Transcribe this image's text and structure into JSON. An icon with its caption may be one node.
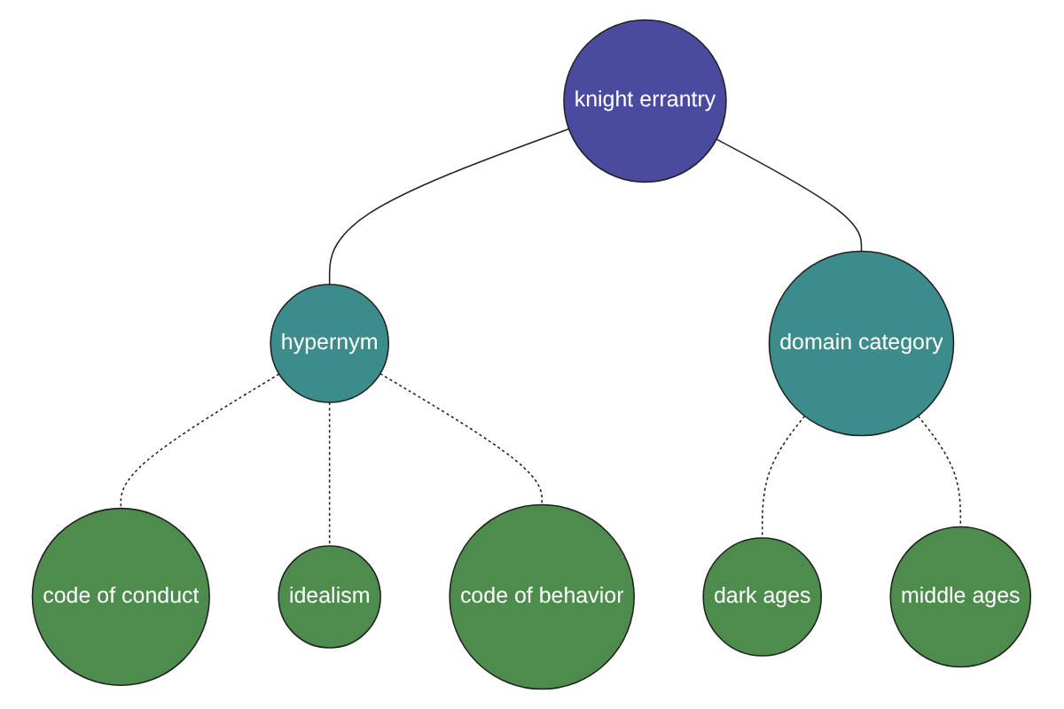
{
  "diagram": {
    "nodes": [
      {
        "text": [
          "knight errantry"
        ]
      },
      {
        "text": [
          "hypernym"
        ]
      },
      {
        "text": [
          "code of conduct"
        ]
      },
      {
        "text": [
          "idealism"
        ]
      },
      {
        "text": [
          "code of behavior"
        ]
      },
      {
        "text": [
          "domain category"
        ]
      },
      {
        "text": [
          "dark ages"
        ]
      },
      {
        "text": [
          "middle ages"
        ]
      }
    ],
    "edges": [
      {
        "from": 0,
        "to": 1,
        "arrow": "none"
      },
      {
        "from": 1,
        "to": 2,
        "arrow": "none",
        "style": "dashed"
      },
      {
        "from": 1,
        "to": 3,
        "arrow": "none",
        "style": "dashed"
      },
      {
        "from": 1,
        "to": 4,
        "arrow": "none",
        "style": "dashed"
      },
      {
        "from": 0,
        "to": 5,
        "arrow": "none"
      },
      {
        "from": 5,
        "to": 6,
        "arrow": "none",
        "style": "dashed"
      },
      {
        "from": 5,
        "to": 7,
        "arrow": "none",
        "style": "dashed"
      }
    ]
  }
}
